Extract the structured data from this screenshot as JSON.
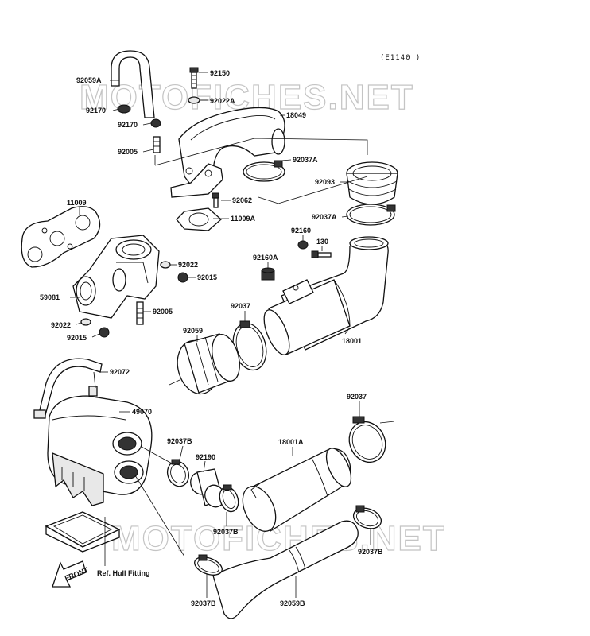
{
  "diagram": {
    "figure_code": "(E1140 )",
    "watermarks": [
      "MOTOFICHES.NET",
      "MOTOFICHES.NET"
    ],
    "front_label": "FRONT",
    "labels": {
      "p92059A": "92059A",
      "p92150": "92150",
      "p92022A": "92022A",
      "p92170a": "92170",
      "p92170b": "92170",
      "p18049": "18049",
      "p92005a": "92005",
      "p92037A_a": "92037A",
      "p92093": "92093",
      "p92062": "92062",
      "p11009": "11009",
      "p11009A": "11009A",
      "p92037A_b": "92037A",
      "p92160": "92160",
      "p130": "130",
      "p92160A": "92160A",
      "p92022": "92022",
      "p92015a": "92015",
      "p59081": "59081",
      "p92005b": "92005",
      "p92022b": "92022",
      "p92037a": "92037",
      "p92015b": "92015",
      "p92059": "92059",
      "p18001": "18001",
      "p92072": "92072",
      "p49070": "49070",
      "p92037b": "92037",
      "p92037B_a": "92037B",
      "p92190": "92190",
      "p18001A": "18001A",
      "p92037B_b": "92037B",
      "p92037B_c": "92037B",
      "pRefHull": "Ref. Hull Fitting",
      "p92037B_d": "92037B",
      "p92059B": "92059B"
    }
  }
}
